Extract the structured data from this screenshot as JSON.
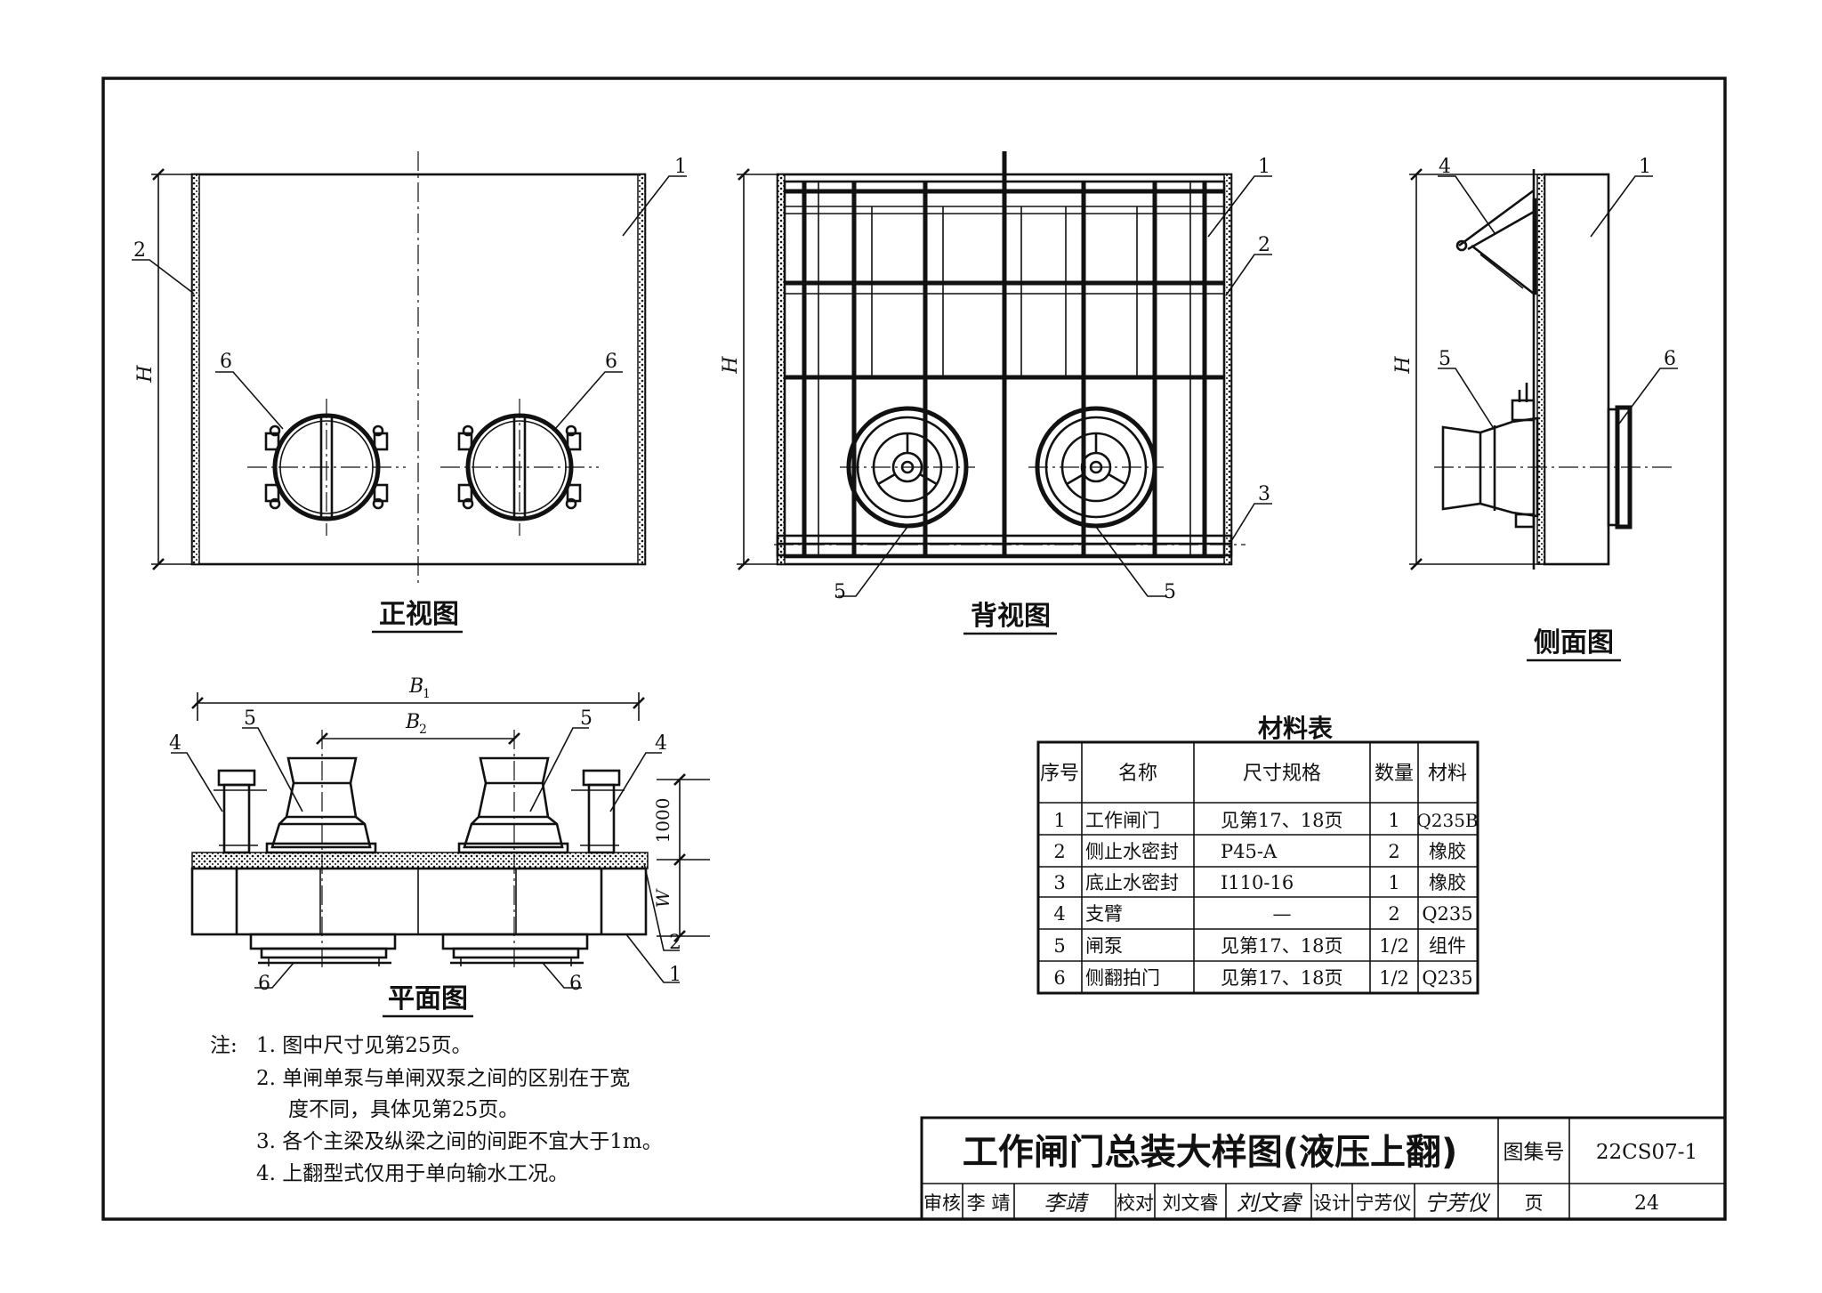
{
  "views": {
    "front": {
      "caption": "正视图",
      "dim_h": "H",
      "callouts": [
        "1",
        "2",
        "6",
        "6"
      ]
    },
    "back": {
      "caption": "背视图",
      "dim_h": "H",
      "callouts": [
        "1",
        "2",
        "3",
        "5",
        "5"
      ]
    },
    "side": {
      "caption": "侧面图",
      "dim_h": "H",
      "callouts": [
        "1",
        "4",
        "5",
        "6"
      ]
    },
    "plan": {
      "caption": "平面图",
      "dim_b1": "B",
      "dim_b1_sub": "1",
      "dim_b2": "B",
      "dim_b2_sub": "2",
      "dim_1000": "1000",
      "dim_w": "W",
      "callouts": [
        "4",
        "5",
        "5",
        "4",
        "2",
        "1",
        "6",
        "6"
      ]
    }
  },
  "materials": {
    "title": "材料表",
    "headers": [
      "序号",
      "名称",
      "尺寸规格",
      "数量",
      "材料"
    ],
    "rows": [
      [
        "1",
        "工作闸门",
        "见第17、18页",
        "1",
        "Q235B"
      ],
      [
        "2",
        "侧止水密封",
        "P45-A",
        "2",
        "橡胶"
      ],
      [
        "3",
        "底止水密封",
        "I110-16",
        "1",
        "橡胶"
      ],
      [
        "4",
        "支臂",
        "—",
        "2",
        "Q235"
      ],
      [
        "5",
        "闸泵",
        "见第17、18页",
        "1/2",
        "组件"
      ],
      [
        "6",
        "侧翻拍门",
        "见第17、18页",
        "1/2",
        "Q235"
      ]
    ]
  },
  "notes": {
    "label": "注:",
    "items": [
      "1. 图中尺寸见第25页。",
      "2. 单闸单泵与单闸双泵之间的区别在于宽",
      "度不同，具体见第25页。",
      "3. 各个主梁及纵梁之间的间距不宜大于1m。",
      "4. 上翻型式仅用于单向输水工况。"
    ]
  },
  "title_block": {
    "title": "工作闸门总装大样图(液压上翻)",
    "atlas_label": "图集号",
    "atlas_no": "22CS07-1",
    "review_label": "审核",
    "reviewer": "李 靖",
    "reviewer_sign": "李靖",
    "check_label": "校对",
    "checker": "刘文睿",
    "checker_sign": "刘文睿",
    "design_label": "设计",
    "designer": "宁芳仪",
    "designer_sign": "宁芳仪",
    "page_label": "页",
    "page_no": "24"
  }
}
